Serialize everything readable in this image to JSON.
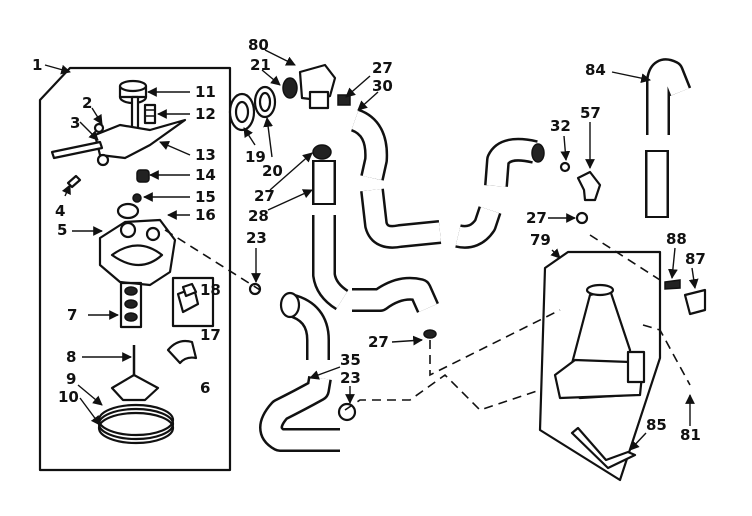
{
  "callouts": {
    "c1": "1",
    "c2": "2",
    "c3": "3",
    "c4": "4",
    "c5": "5",
    "c6": "6",
    "c7": "7",
    "c8": "8",
    "c9": "9",
    "c10": "10",
    "c11": "11",
    "c12": "12",
    "c13": "13",
    "c14": "14",
    "c15": "15",
    "c16": "16",
    "c17": "17",
    "c18": "18",
    "c19": "19",
    "c20": "20",
    "c21": "21",
    "c23a": "23",
    "c23b": "23",
    "c27a": "27",
    "c27b": "27",
    "c27c": "27",
    "c27d": "27",
    "c28": "28",
    "c30": "30",
    "c32": "32",
    "c35": "35",
    "c57": "57",
    "c79": "79",
    "c80": "80",
    "c81": "81",
    "c84": "84",
    "c85": "85",
    "c87": "87",
    "c88": "88"
  }
}
